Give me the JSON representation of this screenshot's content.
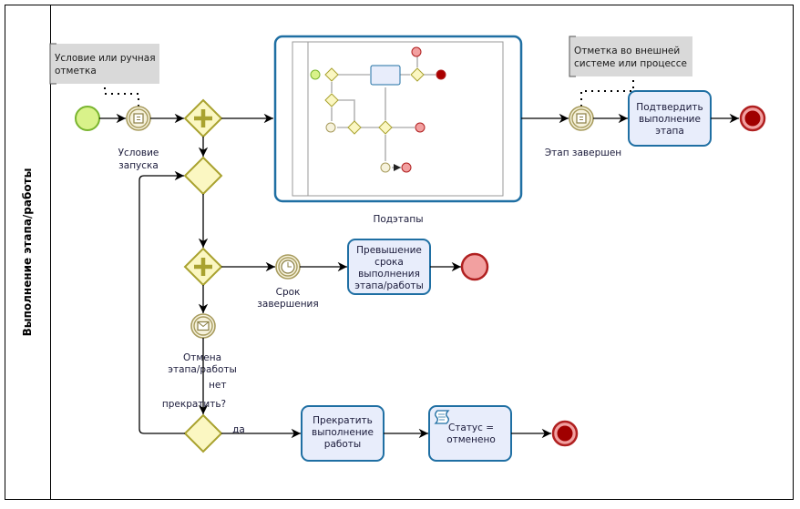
{
  "pool": {
    "lane_label": "Выполнение этапа/работы"
  },
  "annotations": {
    "start_condition": [
      "Условие или ручная",
      "отметка"
    ],
    "external_mark": [
      "Отметка во внешней",
      "системе или процессе"
    ]
  },
  "events": {
    "start_condition_label": [
      "Условие",
      "запуска"
    ],
    "stage_done_label": "Этап завершен",
    "deadline_label": [
      "Срок",
      "завершения"
    ],
    "cancel_label": [
      "Отмена",
      "этапа/работы"
    ]
  },
  "subprocess": {
    "label": "Подэтапы"
  },
  "tasks": {
    "confirm": [
      "Подтвердить",
      "выполнение",
      "этапа"
    ],
    "overdue": [
      "Превышение",
      "срока",
      "выполнения",
      "этапа/работы"
    ],
    "stop": [
      "Прекратить",
      "выполнение",
      "работы"
    ],
    "status": [
      "Статус =",
      "отменено"
    ]
  },
  "gateways": {
    "stop_question": "прекратить?",
    "no_label": "нет",
    "yes_label": "да"
  },
  "colors": {
    "task_stroke": "#1f6fa3",
    "task_fill": "#e8edfb",
    "gateway_fill": "#fbf7c2",
    "start_fill": "#d9f28a",
    "end_fill": "#b00000"
  }
}
